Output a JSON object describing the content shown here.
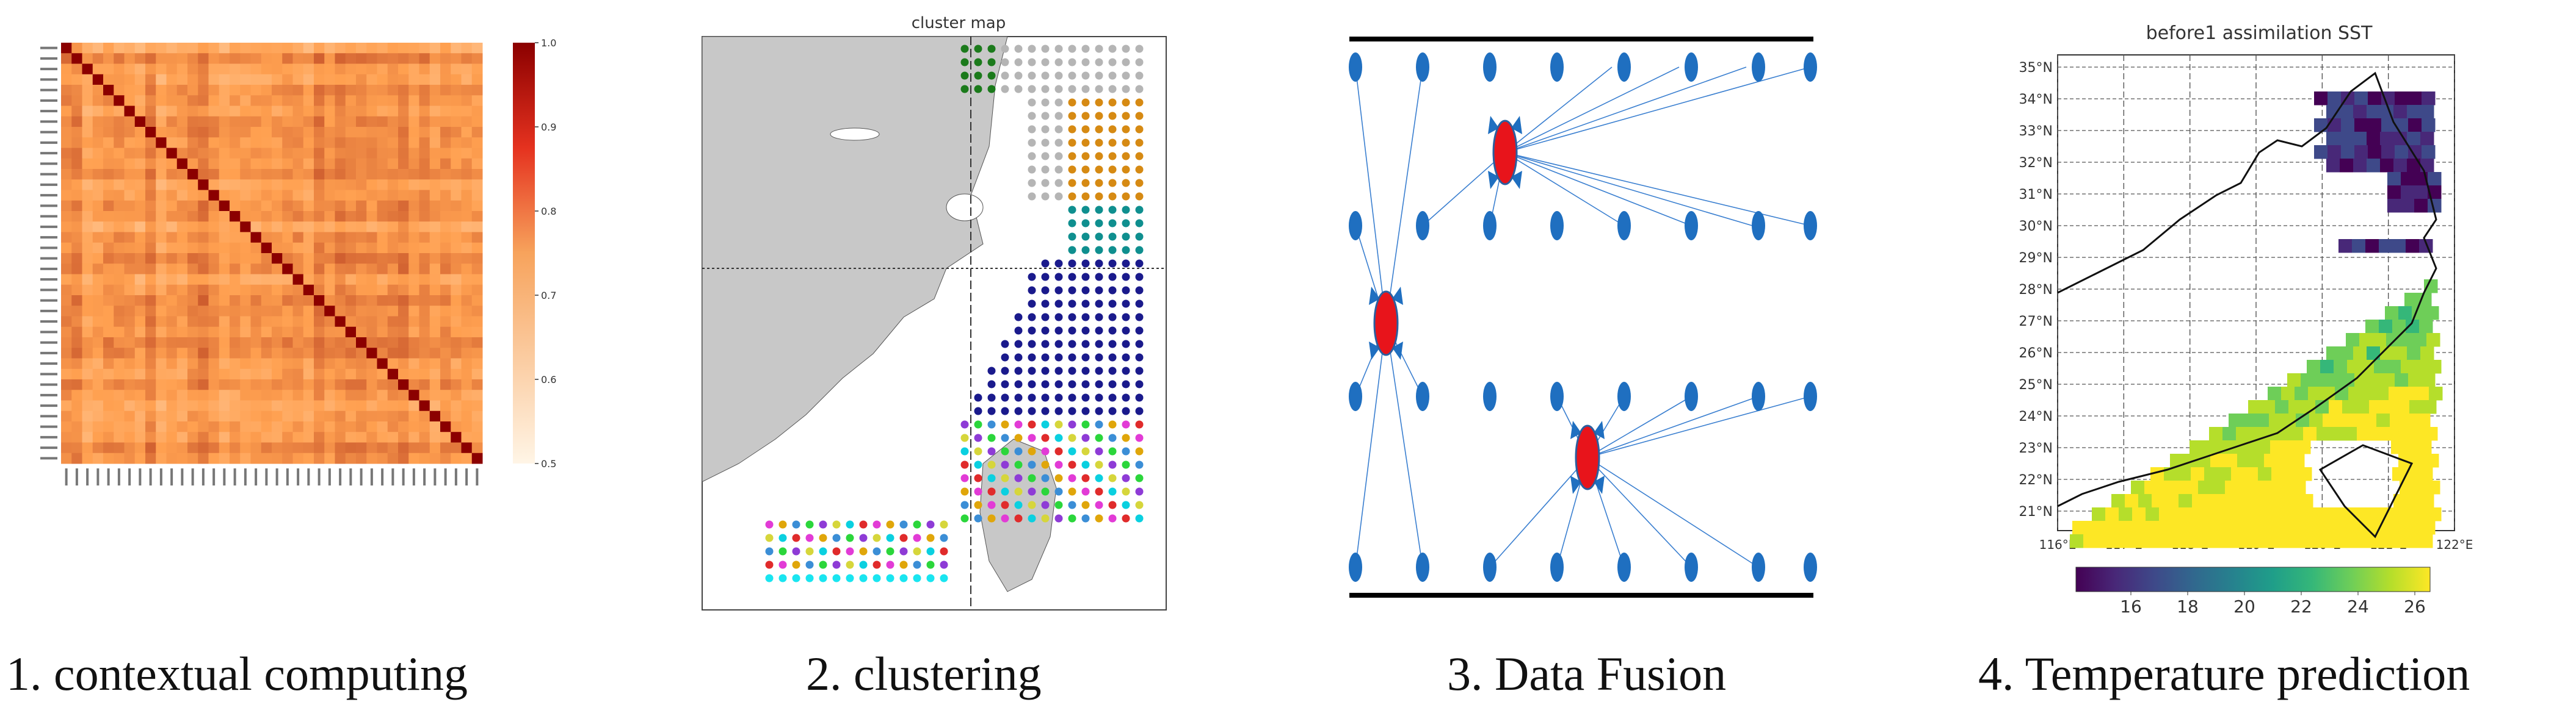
{
  "panels": [
    {
      "id": "heatmap",
      "caption": "1. contextual computing"
    },
    {
      "id": "cluster",
      "caption": "2. clustering",
      "map_title": "cluster map"
    },
    {
      "id": "fusion",
      "caption": "3. Data Fusion"
    },
    {
      "id": "temperature",
      "caption": "4. Temperature prediction",
      "map_title": "before1 assimilation SST"
    }
  ],
  "heatmap": {
    "colorbar_ticks": [
      "1.0",
      "0.9",
      "0.8",
      "0.7",
      "0.6",
      "0.5"
    ],
    "colors": {
      "low": "#fff5e6",
      "mid": "#f7a35c",
      "high": "#8b0000"
    }
  },
  "temperature": {
    "lat_labels": [
      "35°N",
      "34°N",
      "33°N",
      "32°N",
      "31°N",
      "30°N",
      "29°N",
      "28°N",
      "27°N",
      "26°N",
      "25°N",
      "24°N",
      "23°N",
      "22°N",
      "21°N"
    ],
    "lon_labels": [
      "116°E",
      "117°E",
      "118°E",
      "119°E",
      "120°E",
      "121°E",
      "122°E"
    ],
    "colorbar_ticks": [
      "16",
      "18",
      "20",
      "22",
      "24",
      "26"
    ]
  },
  "fusion": {
    "node_color": "#1f6fc0",
    "center_color": "#e8141b"
  }
}
